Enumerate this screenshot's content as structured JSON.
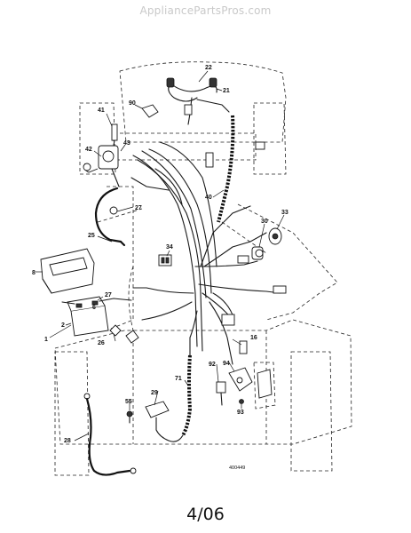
{
  "watermark": "AppliancePartsPros.com",
  "page_date": "4/06",
  "doc_number": "400449",
  "callouts": {
    "c22": "22",
    "c21": "21",
    "c90": "90",
    "c41": "41",
    "c42": "42",
    "c43": "43",
    "c40": "40",
    "c27a": "27",
    "c30": "30",
    "c33": "33",
    "c25": "25",
    "c34": "34",
    "c8": "8",
    "c27b": "27",
    "c2": "2",
    "c6": "6",
    "c1": "1",
    "c26": "26",
    "c16": "16",
    "c92": "92",
    "c94": "94",
    "c71": "71",
    "c29": "29",
    "c55": "55",
    "c93": "93",
    "c28": "28"
  },
  "colors": {
    "line": "#111111",
    "watermark": "#c9c9c9",
    "background": "#ffffff"
  }
}
